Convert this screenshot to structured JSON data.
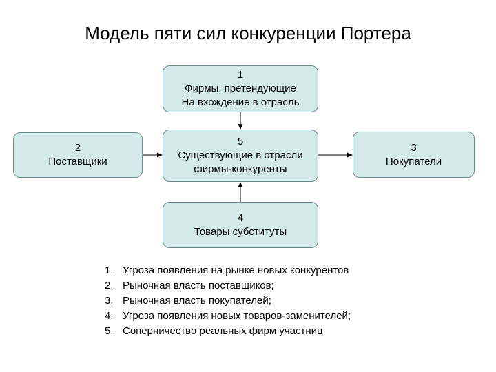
{
  "title": "Модель пяти сил конкуренции Портера",
  "boxes": {
    "entrants": {
      "number": "1",
      "line1": "Фирмы, претендующие",
      "line2": "На вхождение в отрасль"
    },
    "suppliers": {
      "number": "2",
      "line1": "Поставщики"
    },
    "buyers": {
      "number": "3",
      "line1": "Покупатели"
    },
    "substitutes": {
      "number": "4",
      "line1": "Товары субституты"
    },
    "rivals": {
      "number": "5",
      "line1": "Существующие в отрасли",
      "line2": "фирмы-конкуренты"
    }
  },
  "legend": [
    {
      "num": "1.",
      "text": "Угроза появления на рынке новых конкурентов"
    },
    {
      "num": "2.",
      "text": "Рыночная власть поставщиков;"
    },
    {
      "num": "3.",
      "text": "Рыночная власть покупателей;"
    },
    {
      "num": "4.",
      "text": "Угроза появления новых товаров-заменителей;"
    },
    {
      "num": "5.",
      "text": "Соперничество реальных фирм участниц"
    }
  ],
  "colors": {
    "box_fill": "#d4eaea",
    "box_border": "#6a8a8f",
    "arrow": "#000000"
  }
}
